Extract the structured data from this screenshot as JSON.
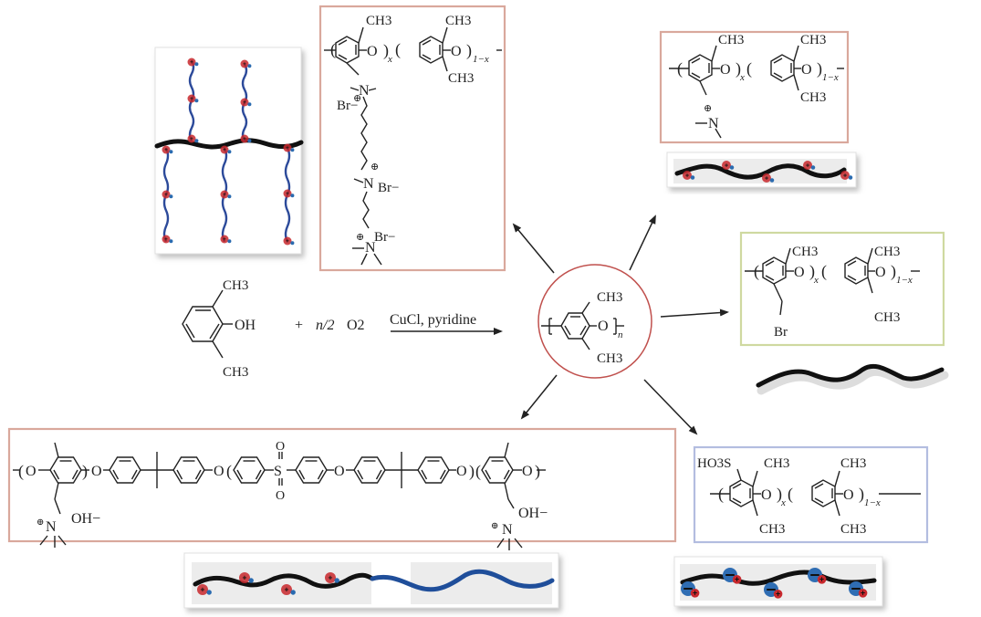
{
  "figure": {
    "title": "Functionalization routes of poly(2,6-dimethyl-1,4-phenylene oxide)",
    "reaction": {
      "monomer_substituent_top": "CH3",
      "monomer_substituent_bottom": "CH3",
      "monomer_group": "OH",
      "plus": "+",
      "oxygen_coeff": "n/2",
      "oxygen": "O2",
      "conditions": "CuCl, pyridine"
    },
    "center_polymer": {
      "top_substituent": "CH3",
      "bottom_substituent": "CH3",
      "link": "O",
      "repeat": "n"
    },
    "structures": [
      {
        "id": "side-chain-multication",
        "border_color": "#d9a89c",
        "labels": [
          "CH3",
          "O",
          "x",
          "CH3",
          "O",
          "1−x",
          "CH3",
          "N",
          "Br−",
          "N",
          "Br−",
          "N",
          "Br−"
        ],
        "cation_symbol": "⊕"
      },
      {
        "id": "benzyltrimethylammonium",
        "border_color": "#d9a89c",
        "labels": [
          "CH3",
          "O",
          "x",
          "CH3",
          "O",
          "1−x",
          "CH3",
          "N"
        ],
        "cation_symbol": "⊕"
      },
      {
        "id": "bromomethylated",
        "border_color": "#cfd9a0",
        "labels": [
          "CH3",
          "O",
          "x",
          "CH3",
          "O",
          "1−x",
          "CH3",
          "Br"
        ]
      },
      {
        "id": "block-copolymer-oh",
        "border_color": "#d9a89c",
        "labels": [
          "O",
          "O",
          "O",
          "O",
          "S",
          "O",
          "O",
          "O",
          "O",
          "OH−",
          "OH−",
          "N",
          "N"
        ],
        "cation_symbol": "⊕"
      },
      {
        "id": "sulfonated",
        "border_color": "#b3bde0",
        "labels": [
          "HO3S",
          "CH3",
          "O",
          "x",
          "CH3",
          "O",
          "1−x",
          "CH3",
          "CH3"
        ]
      }
    ],
    "schematics": {
      "cation_color": "#c8282d",
      "anion_color": "#2a6bb0",
      "sulfonate_color": "#2f6db3",
      "chain_color": "#111111",
      "block_chain_color": "#1f4e9a",
      "cation_sign": "+",
      "anion_sign": "−"
    }
  }
}
